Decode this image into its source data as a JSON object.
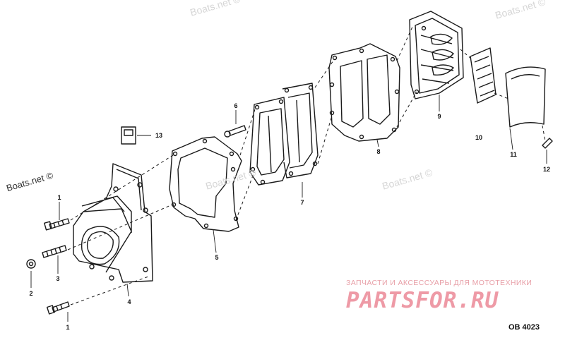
{
  "callouts": {
    "bolt_top": "1",
    "nut": "2",
    "stud": "3",
    "adapter": "4",
    "gasket_5": "5",
    "screw_6": "6",
    "plate_7": "7",
    "gasket_8": "8",
    "reed_block": "9",
    "reed": "10",
    "stop": "11",
    "screw_12": "12",
    "decal": "13",
    "bolt_bottom": "1"
  },
  "watermarks": {
    "main": "Boats.net ©",
    "faint_1": "Boats.net ©",
    "faint_2": "Boats.net ©",
    "faint_3": "Boats.net ©",
    "faint_4": "Boats.net ©"
  },
  "brand": {
    "tagline": "ЗАПЧАСТИ И АКСЕССУАРЫ ДЛЯ МОТОТЕХНИКИ",
    "logo": "PARTSFOR.RU"
  },
  "drawing_code": "OB 4023",
  "colors": {
    "line": "#1a1a1a",
    "brand": "#ee9aa6",
    "watermark": "#d6d6d6"
  }
}
